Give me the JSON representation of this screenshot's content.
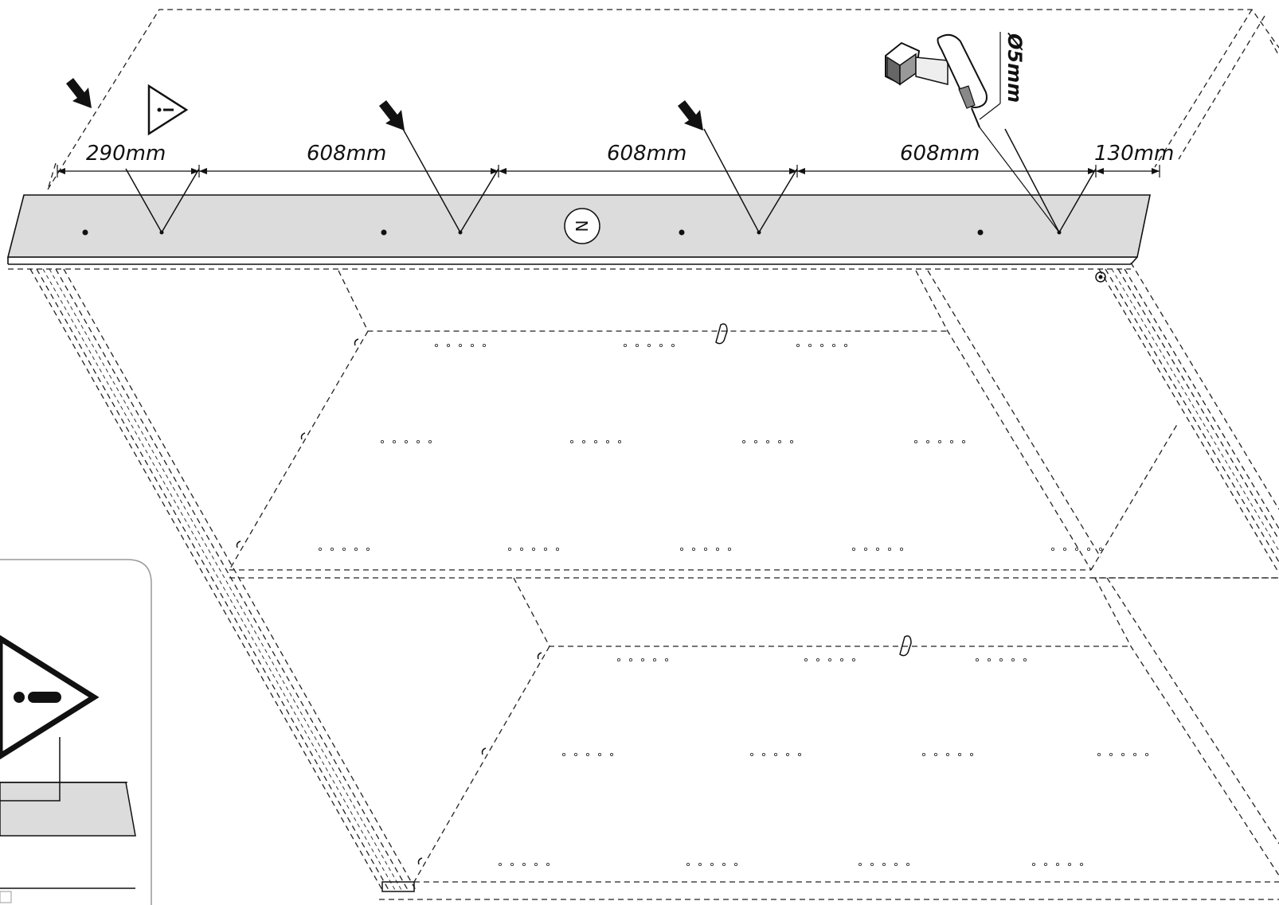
{
  "diagram": {
    "dimensions": [
      "290mm",
      "608mm",
      "608mm",
      "608mm",
      "130mm"
    ],
    "drill_size": "Ø5mm",
    "part_label": "N"
  }
}
